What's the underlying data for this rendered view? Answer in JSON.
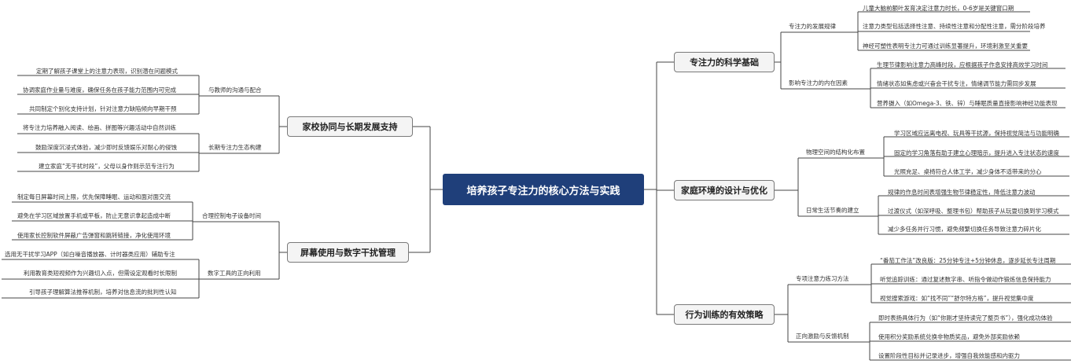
{
  "central": "培养孩子专注力的核心方法与实践",
  "right": [
    {
      "title": "专注力的科学基础",
      "subs": [
        {
          "label": "专注力的发展规律",
          "leaves": [
            "儿童大脑前额叶发育决定注意力时长，0-6岁是关键窗口期",
            "注意力类型包括选择性注意、持续性注意和分配性注意，需分阶段培养",
            "神经可塑性表明专注力可通过训练显著提升，环境刺激至关重要"
          ]
        },
        {
          "label": "影响专注力的内在因素",
          "leaves": [
            "生理节律影响注意力高峰时段，应根据孩子作息安排高效学习时间",
            "情绪状态如焦虑或兴奋会干扰专注，情绪调节能力需同步发展",
            "营养摄入（如Omega-3、铁、锌）与睡眠质量直接影响神经功能表现"
          ]
        }
      ]
    },
    {
      "title": "家庭环境的设计与优化",
      "subs": [
        {
          "label": "物理空间的结构化布置",
          "leaves": [
            "学习区域应远离电视、玩具等干扰源，保持视觉简洁与功能明确",
            "固定的学习角落有助于建立心理暗示，提升进入专注状态的速度",
            "光照充足、桌椅符合人体工学，减少身体不适带来的分心"
          ]
        },
        {
          "label": "日常生活节奏的建立",
          "leaves": [
            "规律的作息时间表增强生物节律稳定性，降低注意力波动",
            "过渡仪式（如深呼吸、整理书包）帮助孩子从玩耍切换到学习模式",
            "减少多任务并行习惯，避免频繁切换任务导致注意力碎片化"
          ]
        }
      ]
    },
    {
      "title": "行为训练的有效策略",
      "subs": [
        {
          "label": "专项注意力练习方法",
          "leaves": [
            "“番茄工作法”改良版：25分钟专注+5分钟休息，逐步延长专注周期",
            "听觉追踪训练：通过复述数字串、听指令做动作锻炼信息保持能力",
            "视觉搜索游戏：如“找不同”“舒尔特方格”，提升视觉集中度"
          ]
        },
        {
          "label": "正向激励与反馈机制",
          "leaves": [
            "即时表扬具体行为（如“你刚才坚持读完了整页书”），强化成功体验",
            "使用积分奖励系统兑换非物质奖品，避免外部奖励依赖",
            "设置阶段性目标并记录进步，增强自我效能感和内驱力"
          ]
        }
      ]
    }
  ],
  "left": [
    {
      "title": "家校协同与长期发展支持",
      "subs": [
        {
          "label": "与教师的沟通与配合",
          "leaves": [
            "定期了解孩子课堂上的注意力表现，识别潜在问题模式",
            "协调家庭作业量与难度，确保任务在孩子能力范围内可完成",
            "共同制定个别化支持计划，针对注意力缺陷倾向早期干预"
          ]
        },
        {
          "label": "长期专注力生态构建",
          "leaves": [
            "将专注力培养融入阅读、绘画、拼图等兴趣活动中自然训练",
            "鼓励深度沉浸式体验，减少即时反馈娱乐对耐心的侵蚀",
            "建立家庭“无干扰时段”，父母以身作则示范专注行为"
          ]
        }
      ]
    },
    {
      "title": "屏幕使用与数字干扰管理",
      "subs": [
        {
          "label": "合理控制电子设备时间",
          "leaves": [
            "制定每日屏幕时间上限，优先保障睡眠、运动和面对面交流",
            "避免在学习区域放置手机或平板，防止无意识拿起造成中断",
            "使用家长控制软件屏蔽广告弹窗和跳转链接，净化使用环境"
          ]
        },
        {
          "label": "数字工具的正向利用",
          "leaves": [
            "选用无干扰学习APP（如白噪音播放器、计时器类应用）辅助专注",
            "利用教育类短视频作为兴趣切入点，但需设定观看时长限制",
            "引导孩子理解算法推荐机制，培养对信息流的批判性认知"
          ]
        }
      ]
    }
  ]
}
